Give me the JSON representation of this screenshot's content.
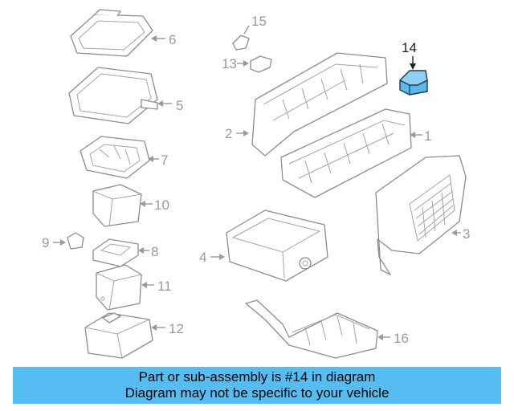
{
  "diagram": {
    "callouts": {
      "c1": "1",
      "c2": "2",
      "c3": "3",
      "c4": "4",
      "c5": "5",
      "c6": "6",
      "c7": "7",
      "c8": "8",
      "c9": "9",
      "c10": "10",
      "c11": "11",
      "c12": "12",
      "c13": "13",
      "c14": "14",
      "c15": "15",
      "c16": "16"
    },
    "highlighted_part": "14",
    "colors": {
      "highlight": "#5cb8e8",
      "banner": "#56bdf2",
      "linework": "#8c8c8c"
    }
  },
  "banner": {
    "line1": "Part or sub-assembly is #14 in diagram",
    "line2": "Diagram may not be specific to your vehicle"
  }
}
